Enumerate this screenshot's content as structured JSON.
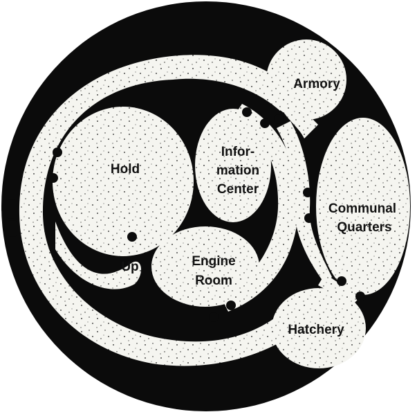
{
  "colors": {
    "hull": "#0b0b0b",
    "room_fill": "#f5f5f0",
    "speckle": "#1a1a1a",
    "background": "#ffffff"
  },
  "rooms": {
    "armory": "Armory",
    "hold": "Hold",
    "information_center_line1": "Infor-",
    "information_center_line2": "mation",
    "information_center_line3": "Center",
    "communal_quarters_line1": "Communal",
    "communal_quarters_line2": "Quarters",
    "engine_room_line1": "Engine",
    "engine_room_line2": "Room",
    "up": "Up",
    "hatchery": "Hatchery"
  }
}
